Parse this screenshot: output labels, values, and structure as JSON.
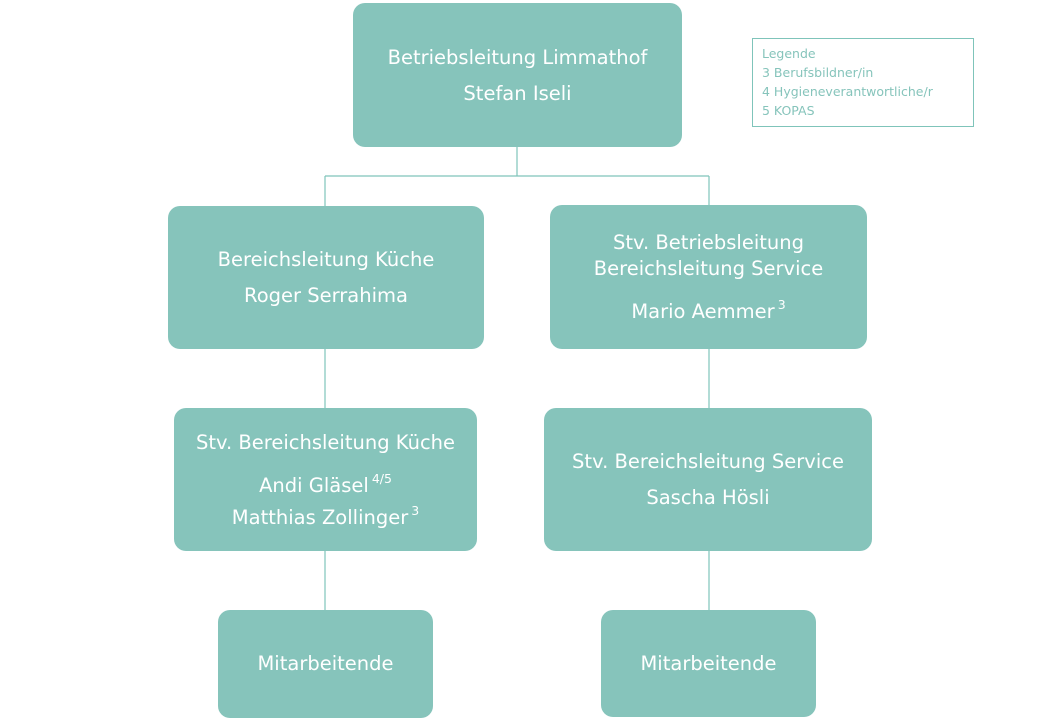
{
  "colors": {
    "box_fill": "#86c4bb",
    "box_text": "#ffffff",
    "connector": "#7fc4ba",
    "legend_text": "#86c4bb"
  },
  "root": {
    "title": "Betriebsleitung Limmathof",
    "person": "Stefan Iseli"
  },
  "kueche": {
    "title": "Bereichsleitung Küche",
    "person": "Roger Serrahima"
  },
  "service": {
    "title_line1": "Stv. Betriebsleitung",
    "title_line2": "Bereichsleitung Service",
    "person": "Mario Aemmer",
    "person_sup": "3"
  },
  "stv_kueche": {
    "title": "Stv. Bereichsleitung Küche",
    "person1": "Andi Gläsel",
    "person1_sup": "4/5",
    "person2": "Matthias Zollinger",
    "person2_sup": "3"
  },
  "stv_service": {
    "title": "Stv. Bereichsleitung Service",
    "person": "Sascha Hösli"
  },
  "ma_kueche": {
    "label": "Mitarbeitende"
  },
  "ma_service": {
    "label": "Mitarbeitende"
  },
  "legend": {
    "title": "Legende",
    "items": [
      "3 Berufsbildner/in",
      "4 Hygieneverantwortliche/r",
      "5 KOPAS"
    ]
  }
}
